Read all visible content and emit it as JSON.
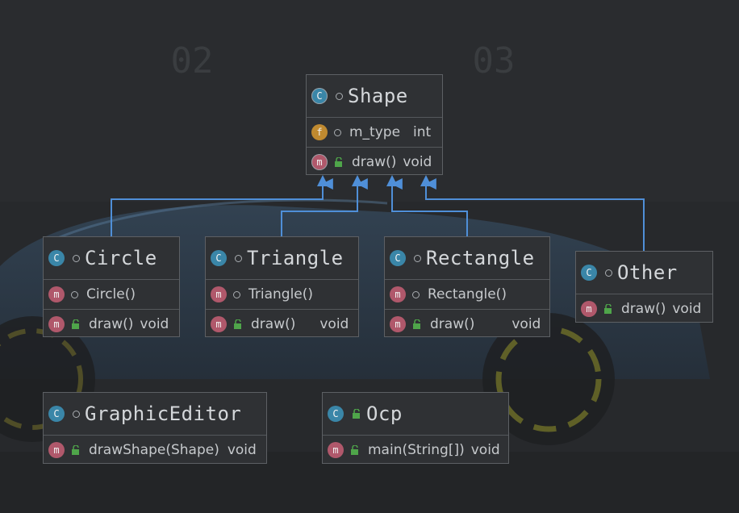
{
  "colors": {
    "class_badge": "#3a86a8",
    "method_badge": "#b0586b",
    "field_badge": "#c08a30",
    "arrow": "#4f8fd8",
    "public_lock": "#4fa54a"
  },
  "watermark": {
    "left": "02",
    "right": "03"
  },
  "classes": {
    "shape": {
      "name": "Shape",
      "badge_letter": "C",
      "field": {
        "badge_letter": "f",
        "name": "m_type",
        "type": "int"
      },
      "method": {
        "badge_letter": "m",
        "name": "draw()",
        "type": "void"
      }
    },
    "circle": {
      "name": "Circle",
      "badge_letter": "C",
      "ctor": {
        "badge_letter": "m",
        "name": "Circle()"
      },
      "method": {
        "badge_letter": "m",
        "name": "draw()",
        "type": "void"
      }
    },
    "triangle": {
      "name": "Triangle",
      "badge_letter": "C",
      "ctor": {
        "badge_letter": "m",
        "name": "Triangle()"
      },
      "method": {
        "badge_letter": "m",
        "name": "draw()",
        "type": "void"
      }
    },
    "rectangle": {
      "name": "Rectangle",
      "badge_letter": "C",
      "ctor": {
        "badge_letter": "m",
        "name": "Rectangle()"
      },
      "method": {
        "badge_letter": "m",
        "name": "draw()",
        "type": "void"
      }
    },
    "other": {
      "name": "Other",
      "badge_letter": "C",
      "method": {
        "badge_letter": "m",
        "name": "draw()",
        "type": "void"
      }
    },
    "graphic_editor": {
      "name": "GraphicEditor",
      "badge_letter": "C",
      "method": {
        "badge_letter": "m",
        "name": "drawShape(Shape)",
        "type": "void"
      }
    },
    "ocp": {
      "name": "Ocp",
      "badge_letter": "C",
      "method": {
        "badge_letter": "m",
        "name": "main(String[])",
        "type": "void"
      }
    }
  },
  "relations": [
    {
      "from": "Circle",
      "to": "Shape",
      "kind": "generalization"
    },
    {
      "from": "Triangle",
      "to": "Shape",
      "kind": "generalization"
    },
    {
      "from": "Rectangle",
      "to": "Shape",
      "kind": "generalization"
    },
    {
      "from": "Other",
      "to": "Shape",
      "kind": "generalization"
    }
  ]
}
